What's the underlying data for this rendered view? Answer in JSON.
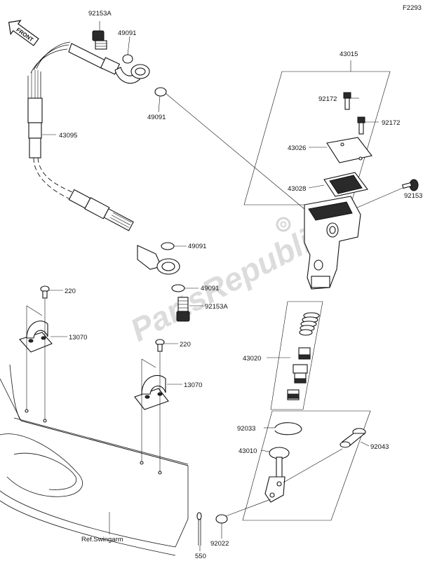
{
  "diagram_code": "F2293",
  "front_marker": "FRONT",
  "watermark": "PartsRepublik",
  "labels": {
    "p92153A_top": "92153A",
    "p49091_a": "49091",
    "p49091_b": "49091",
    "p43095": "43095",
    "p43015": "43015",
    "p92172_a": "92172",
    "p92172_b": "92172",
    "p43026": "43026",
    "p43028": "43028",
    "p92153": "92153",
    "p49091_c": "49091",
    "p49091_d": "49091",
    "p92153A_bottom": "92153A",
    "p220_a": "220",
    "p13070_a": "13070",
    "p220_b": "220",
    "p13070_b": "13070",
    "p43020": "43020",
    "p92033": "92033",
    "p43010": "43010",
    "p92043": "92043",
    "p92022": "92022",
    "p550": "550",
    "ref_swingarm": "Ref.Swingarm"
  }
}
